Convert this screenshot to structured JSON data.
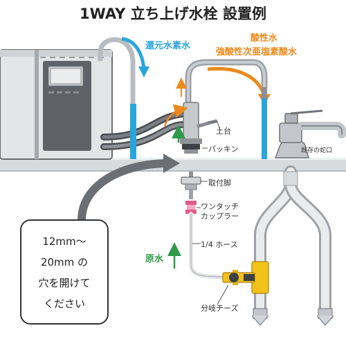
{
  "title": "1WAY 立ち上げ水栓 設置例",
  "labels": {
    "refined_water": "還元水素水",
    "acidic_water_line1": "酸性水",
    "acidic_water_line2": "強酸性次亜塩素酸水",
    "base": "土台",
    "packing": "パッキン",
    "existing_faucet": "既存の蛇口",
    "mount": "取付脚",
    "coupler_line1": "ワンタッチ",
    "coupler_line2": "カップラー",
    "hose": "1/4 ホース",
    "source_water": "原水",
    "branch_tee": "分岐チーズ"
  },
  "callout": {
    "line1": "12mm～",
    "line2": "20mm の",
    "line3": "穴を開けて",
    "line4": "ください"
  },
  "colors": {
    "refined_water": "#2aa4dc",
    "acidic_water": "#ec8a1c",
    "source_water": "#2f9b48",
    "coupler": "#e05a86",
    "branch_tee": "#f2c21b"
  }
}
